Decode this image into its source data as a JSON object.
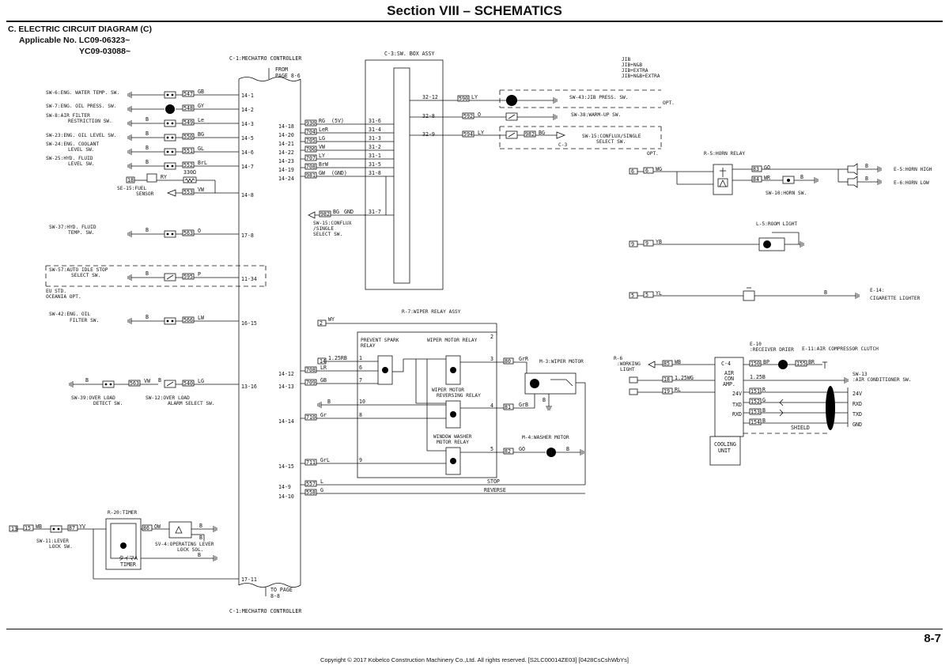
{
  "header": {
    "title": "Section VIII – SCHEMATICS",
    "subtitle": "C. ELECTRIC CIRCUIT DIAGRAM (C)",
    "applicable_1": "Applicable No. LC09-06323~",
    "applicable_2": "YC09-03088~"
  },
  "units": {
    "c1": "C-1:MECHATRO CONTROLLER",
    "from_page": "FROM",
    "from_page_ref": "PAGE 8-6",
    "to_page": "TO PAGE",
    "to_page_ref": "8-8",
    "c3": "C-3:SW. BOX ASSY",
    "r7": "R-7:WIPER RELAY ASSY",
    "r20": "R-20:TIMER",
    "timer_label": "TIMER",
    "timer_jp": "タイマ",
    "c4_1": "C-4",
    "c4_2": "AIR",
    "c4_3": "CON",
    "c4_4": "AMP.",
    "cooling_1": "COOLING",
    "cooling_2": "UNIT",
    "shield": "SHIELD"
  },
  "left_switches": [
    {
      "name": "SW-6:ENG. WATER TEMP. SW.",
      "wire": "547",
      "color": "GB",
      "pin": "14-1"
    },
    {
      "name": "SW-7:ENG. OIL PRESS. SW.",
      "wire": "548",
      "color": "GY",
      "pin": "14-2"
    },
    {
      "name": "SW-8:AIR FILTER",
      "name2": "RESTRICTION SW.",
      "ground": "B",
      "wire": "549",
      "color": "Le",
      "pin": "14-3"
    },
    {
      "name": "SW-23:ENG. OIL LEVEL SW.",
      "ground": "B",
      "wire": "550",
      "color": "BG",
      "pin": "14-5"
    },
    {
      "name": "SW-24:ENG. COOLANT",
      "name2": "LEVEL SW.",
      "ground": "B",
      "wire": "551",
      "color": "GL",
      "pin": "14-6"
    },
    {
      "name": "SW-25:HYD. FLUID",
      "name2": "LEVEL SW.",
      "ground": "B",
      "wire": "552",
      "color": "BrL",
      "pin": "14-7"
    }
  ],
  "fuel": {
    "wire1": "18",
    "color1": "RY",
    "resistor": "330Ω",
    "name": "SE-15:FUEL",
    "name2": "SENSOR",
    "wire": "553",
    "color": "VW",
    "pin": "14-8"
  },
  "sw37": {
    "name": "SW-37:HYD. FLUID",
    "name2": "TEMP. SW.",
    "ground": "B",
    "wire": "563",
    "color": "O",
    "pin": "17-8"
  },
  "sw57": {
    "name": "SW-57:AUTO IDLE STOP",
    "name2": "SELECT SW.",
    "ground": "B",
    "wire": "595",
    "color": "P",
    "pin": "11-34",
    "note1": "EU STD.",
    "note2": "OCEANIA OPT."
  },
  "sw42": {
    "name": "SW-42:ENG. OIL",
    "name2": "FILTER SW.",
    "ground": "B",
    "wire": "566",
    "color": "LW",
    "pin": "16-15"
  },
  "sw39": {
    "name": "SW-39:OVER LOAD",
    "name2": "DETECT SW.",
    "ground": "B",
    "wire": "563",
    "color": "VW"
  },
  "sw12": {
    "name": "SW-12:OVER LOAD",
    "name2": "ALARM SELECT SW.",
    "ground": "B",
    "wire": "540",
    "color": "LG",
    "pin": "13-16"
  },
  "c1_right": [
    {
      "pin": "14-18",
      "wire": "930",
      "color": "RG",
      "extra": "(5V)",
      "c3": "31-6"
    },
    {
      "pin": "14-20",
      "wire": "704",
      "color": "LeR",
      "c3": "31-4"
    },
    {
      "pin": "14-21",
      "wire": "705",
      "color": "LG",
      "c3": "31-3"
    },
    {
      "pin": "14-22",
      "wire": "706",
      "color": "VW",
      "c3": "31-2"
    },
    {
      "pin": "14-23",
      "wire": "707",
      "color": "LY",
      "c3": "31-1"
    },
    {
      "pin": "14-19",
      "wire": "708",
      "color": "BrW",
      "c3": "31-5"
    },
    {
      "pin": "14-24",
      "wire": "981",
      "color": "GW",
      "extra": "(GND)",
      "c3": "31-8"
    }
  ],
  "sw15_left": {
    "wire": "982",
    "color": "BG",
    "extra": "GND",
    "c3": "31-7",
    "name": "SW-15:CONFLUX",
    "name2": "/SINGLE",
    "name3": "SELECT SW."
  },
  "c3_right": [
    {
      "pin": "32-12",
      "wire": "590",
      "color": "LY",
      "name": "SW-43:JIB PRESS. SW.",
      "opt": "OPT."
    },
    {
      "pin": "32-8",
      "wire": "592",
      "color": "O",
      "name": "SW-38:WARM-UP SW."
    },
    {
      "pin": "32-9",
      "wire": "594",
      "color": "LY",
      "wire2": "982",
      "color2": "BG",
      "conn": "C-3",
      "name": "SW-15:CONFLUX/SINGLE",
      "name2": "SELECT SW.",
      "opt": "OPT."
    }
  ],
  "jib": {
    "l1": "JIB",
    "l2": "JIB+N&B",
    "l3": "JIB+EXTRA",
    "l4": "JIB+N&B+EXTRA"
  },
  "horn": {
    "relay": "R-5:HORN RELAY",
    "in": "6",
    "wire": "6",
    "color": "WG",
    "w83": "83",
    "c83": "GO",
    "w84": "84",
    "c84": "WR",
    "ground": "B",
    "sw": "SW-10:HORN SW.",
    "gnd1": "B",
    "gnd2": "B",
    "h1": "E-5:HORN HIGH",
    "h2": "E-6:HORN LOW"
  },
  "room": {
    "name": "L-5:ROOM LIGHT",
    "in": "9",
    "wire": "9",
    "color": "YB"
  },
  "cig": {
    "in": "5",
    "wire": "5",
    "color": "YL",
    "ground": "B",
    "name": "E-14:",
    "name2": "CIGARETTE LIGHTER"
  },
  "wiper": {
    "in": "2",
    "color": "WY",
    "prevent1": "PREVENT SPARK",
    "prevent2": "RELAY",
    "motor_relay": "WIPER MOTOR RELAY",
    "rev1": "WIPER MOTOR",
    "rev2": "REVERSING RELAY",
    "wash1": "WINDOW WASHER",
    "wash2": "MOTOR RELAY",
    "m3": "M-3:WIPER MOTOR",
    "m4": "M-4:WASHER MOTOR",
    "rows": [
      {
        "in": "14",
        "color": "1.25RB",
        "t": "1"
      },
      {
        "pin": "14-12",
        "wire": "708",
        "color": "LR",
        "t": "6"
      },
      {
        "pin": "14-13",
        "wire": "709",
        "color": "GB",
        "t": "7"
      },
      {
        "color": "B",
        "t": "10"
      },
      {
        "pin": "14-14",
        "wire": "710",
        "color": "Gr",
        "t": "8"
      },
      {
        "pin": "14-15",
        "wire": "711",
        "color": "GrL",
        "t": "9"
      }
    ],
    "out3": "80",
    "out3c": "GrR",
    "out4": "81",
    "out4c": "GrB",
    "out5": "82",
    "out5c": "GO",
    "gnd": "B",
    "stop_pin": "14-9",
    "stop_wire": "557",
    "stop_color": "L",
    "stop": "STOP",
    "rev_pin": "14-10",
    "rev_wire": "558",
    "rev_color": "G",
    "reverse": "REVERSE",
    "t2": "2",
    "t3": "3",
    "t4": "4",
    "t5": "5"
  },
  "aircon": {
    "r6": "R-6",
    "r6b": ":WORKING",
    "r6c": "LIGHT",
    "w85": "85",
    "c85": "WB",
    "w18": "18",
    "c18": "1.25WG",
    "w19": "19",
    "c19": "RL",
    "e10": "E-10",
    "e10b": ":RECEIVER DRIER",
    "e11": "E-11:AIR COMPRESSOR CLUTCH",
    "w150": "150",
    "c150": "BP",
    "w155": "155",
    "c155": "BR",
    "c125": "1.25B",
    "rows": [
      {
        "t": "24V",
        "w": "151",
        "c": "R",
        "r": "24V"
      },
      {
        "t": "TXD",
        "w": "152",
        "c": "G",
        "r": "RXD"
      },
      {
        "t": "RXD",
        "w": "153",
        "c": "B",
        "r": "TXD"
      },
      {
        "w": "154",
        "c": "B",
        "r": "GND"
      }
    ],
    "sw13": "SW-13",
    "sw13b": ":AIR CONDITIONER SW."
  },
  "timer": {
    "in": "13",
    "w15": "15",
    "c15": "WB",
    "w87": "87",
    "c87": "YV",
    "w86": "86",
    "c86": "OW",
    "gb": "B",
    "gb2": "B",
    "gb3": "B",
    "sw11": "SW-11:LEVER",
    "sw11b": "LOCK SW.",
    "sv4": "SV-4:OPERATING LEVER",
    "sv4b": "LOCK SOL.",
    "pin": "17-11",
    "a": "A"
  },
  "footer": {
    "page": "8-7",
    "copyright": "Copyright © 2017 Kobelco Construction Machinery Co.,Ltd. All rights reserved. [S2LC00014ZE03] [0428CsCshWbYs]"
  }
}
